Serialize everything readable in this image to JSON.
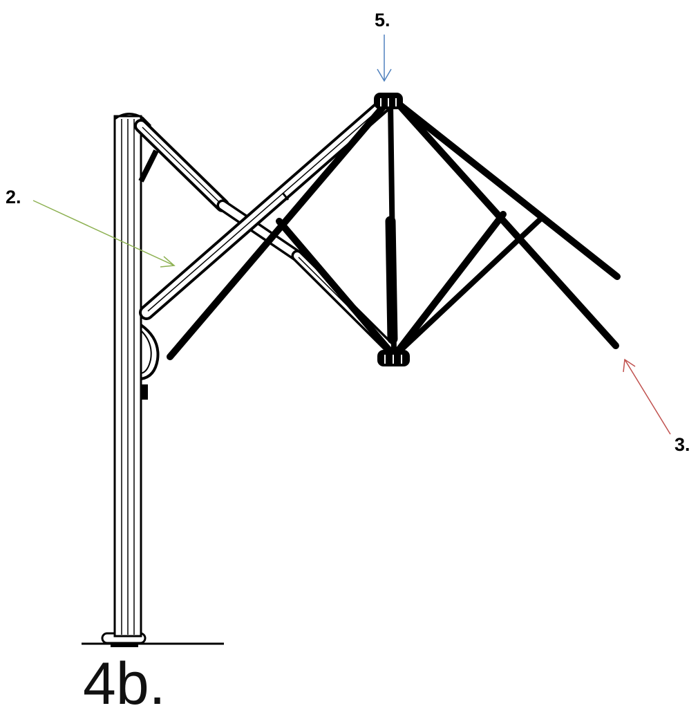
{
  "figure": {
    "step_label": "4b.",
    "callouts": [
      {
        "id": "2",
        "label": "2.",
        "color": "#8db152"
      },
      {
        "id": "5",
        "label": "5.",
        "color": "#4f81bd"
      },
      {
        "id": "3",
        "label": "3.",
        "color": "#c0504d"
      }
    ]
  }
}
